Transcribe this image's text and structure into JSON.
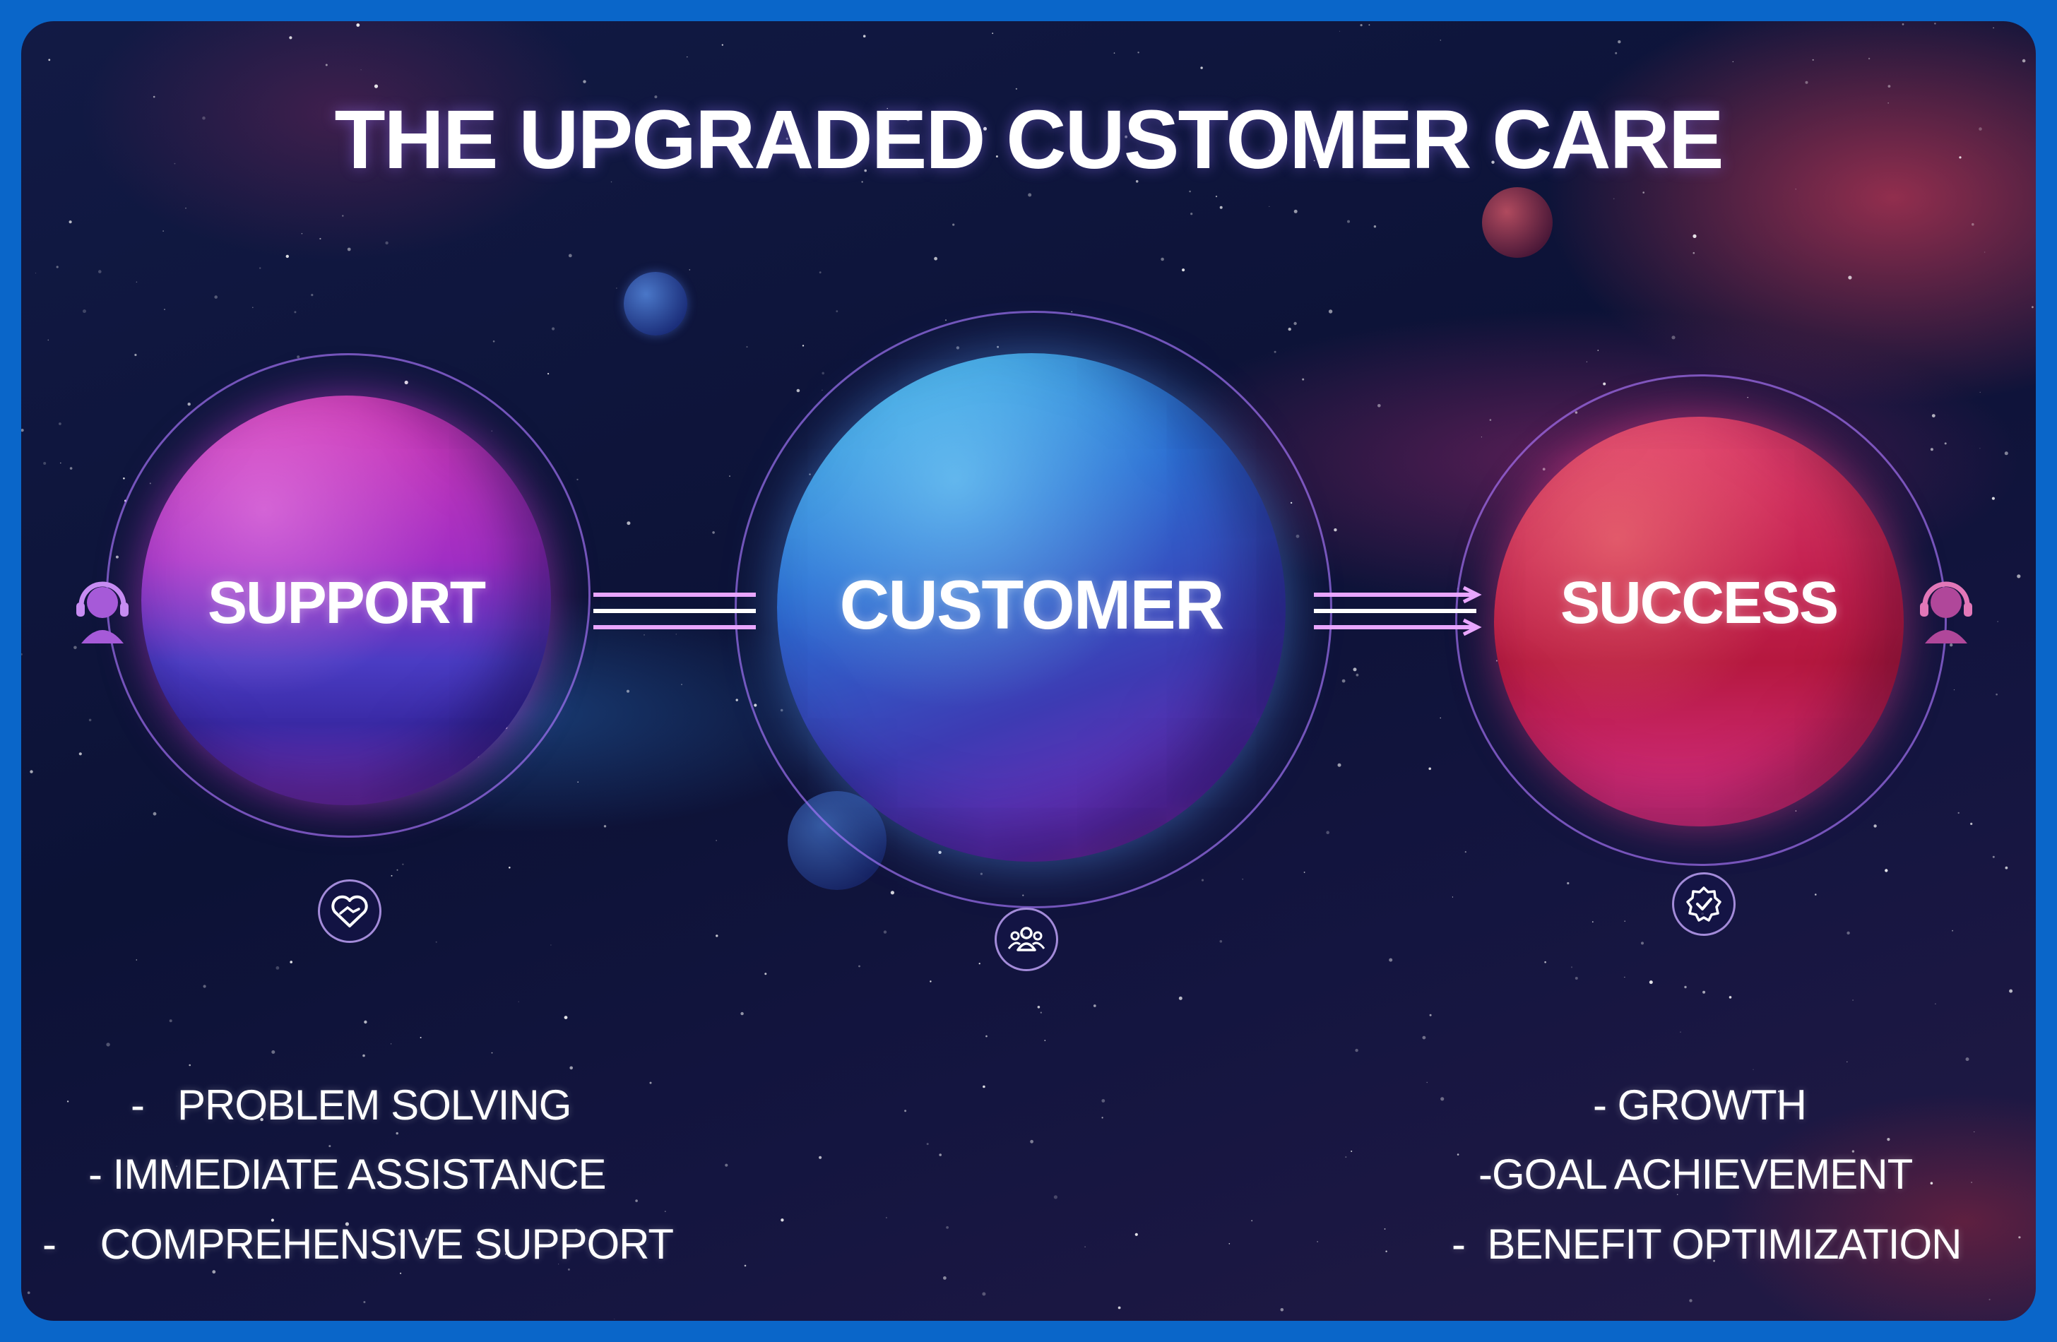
{
  "title": "THE UPGRADED CUSTOMER CARE",
  "colors": {
    "frame": "#0a66c9",
    "support": "#c03bc4",
    "customer": "#2f7fe0",
    "success": "#d8285a",
    "text": "#ffffff"
  },
  "stages": [
    {
      "label": "SUPPORT",
      "icon": "handshake-heart-icon",
      "side_icon": "headset-agent-icon"
    },
    {
      "label": "CUSTOMER",
      "icon": "people-group-icon"
    },
    {
      "label": "SUCCESS",
      "icon": "verified-check-badge-icon",
      "side_icon": "headset-agent-icon"
    }
  ],
  "support_list": [
    "-   PROBLEM SOLVING",
    "- IMMEDIATE ASSISTANCE",
    "-    COMPREHENSIVE SUPPORT"
  ],
  "success_list": [
    "- GROWTH",
    "-GOAL ACHIEVEMENT",
    "-  BENEFIT OPTIMIZATION"
  ]
}
